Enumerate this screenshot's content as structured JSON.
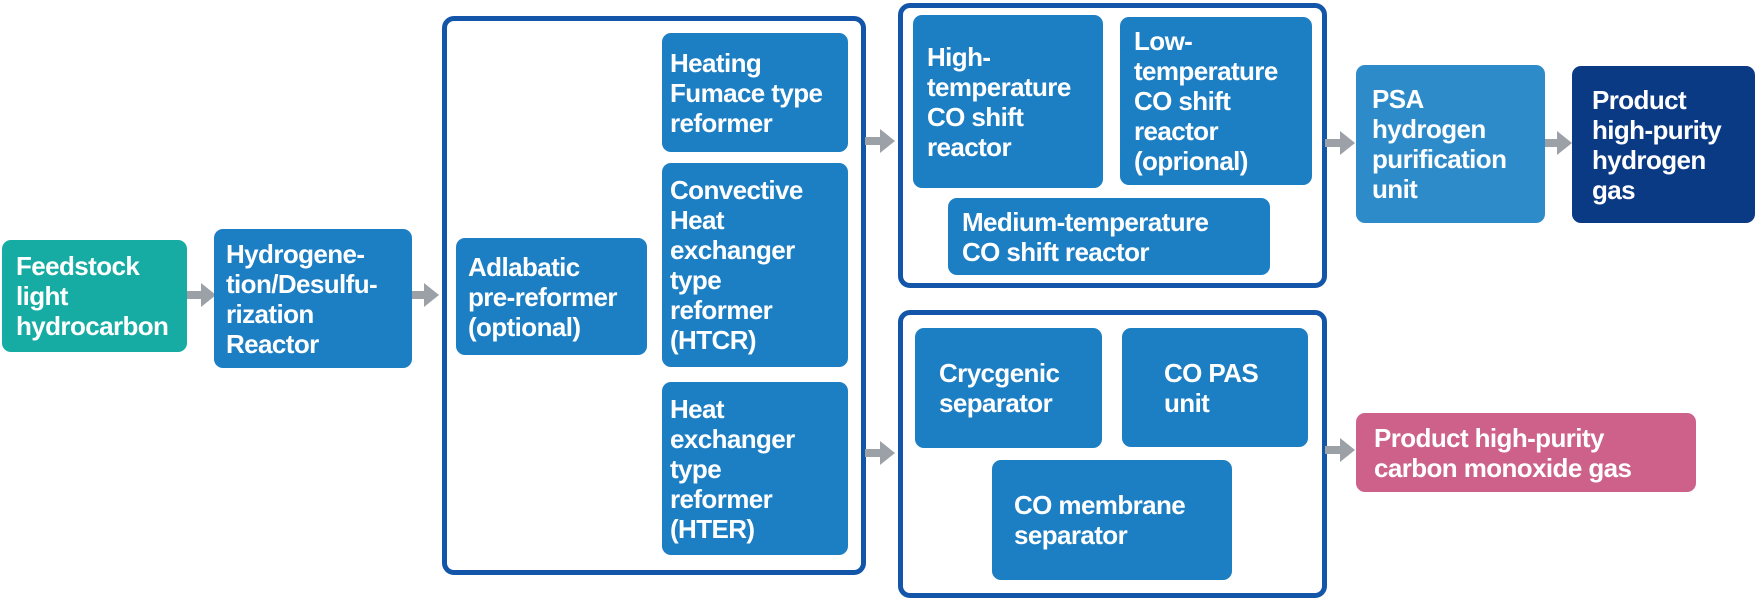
{
  "diagram": {
    "title": "Hydrogen / carbon monoxide production process flow",
    "colors": {
      "teal": "#16aca3",
      "blue": "#1c7ec3",
      "lightblue": "#2e8bca",
      "navy": "#0b3a85",
      "pink": "#cd6189",
      "group_border": "#1356a9",
      "arrow": "#9ba1a6",
      "text": "#ffffff"
    },
    "nodes": {
      "feedstock": {
        "label": "Feedstock\nlight\nhydrocarbon"
      },
      "hydro_desulf": {
        "label": "Hydrogene-\ntion/Desulfu-\nrization\nReactor"
      },
      "adiabatic": {
        "label": "Adlabatic\npre-reformer\n(optional)"
      },
      "heating_furnace": {
        "label": "Heating\nFumace type\nreformer"
      },
      "htcr": {
        "label": "Convective\nHeat\nexchanger\ntype\nreformer\n(HTCR)"
      },
      "hter": {
        "label": "Heat\nexchanger\ntype\nreformer\n(HTER)"
      },
      "high_temp": {
        "label": "High-\ntemperature\nCO shift\nreactor"
      },
      "low_temp": {
        "label": "Low-\ntemperature\nCO shift\nreactor\n(oprional)"
      },
      "medium_temp": {
        "label": "Medium-temperature\nCO shift reactor"
      },
      "psa": {
        "label": "PSA\nhydrogen\npurification\nunit"
      },
      "product_h2": {
        "label": "Product\nhigh-purity\nhydrogen\ngas"
      },
      "cryogenic": {
        "label": "Crycgenic\nseparator"
      },
      "co_pas": {
        "label": "CO PAS\nunit"
      },
      "co_membrane": {
        "label": "CO membrane\nseparator"
      },
      "product_co": {
        "label": "Product high-purity\ncarbon monoxide gas"
      }
    }
  }
}
